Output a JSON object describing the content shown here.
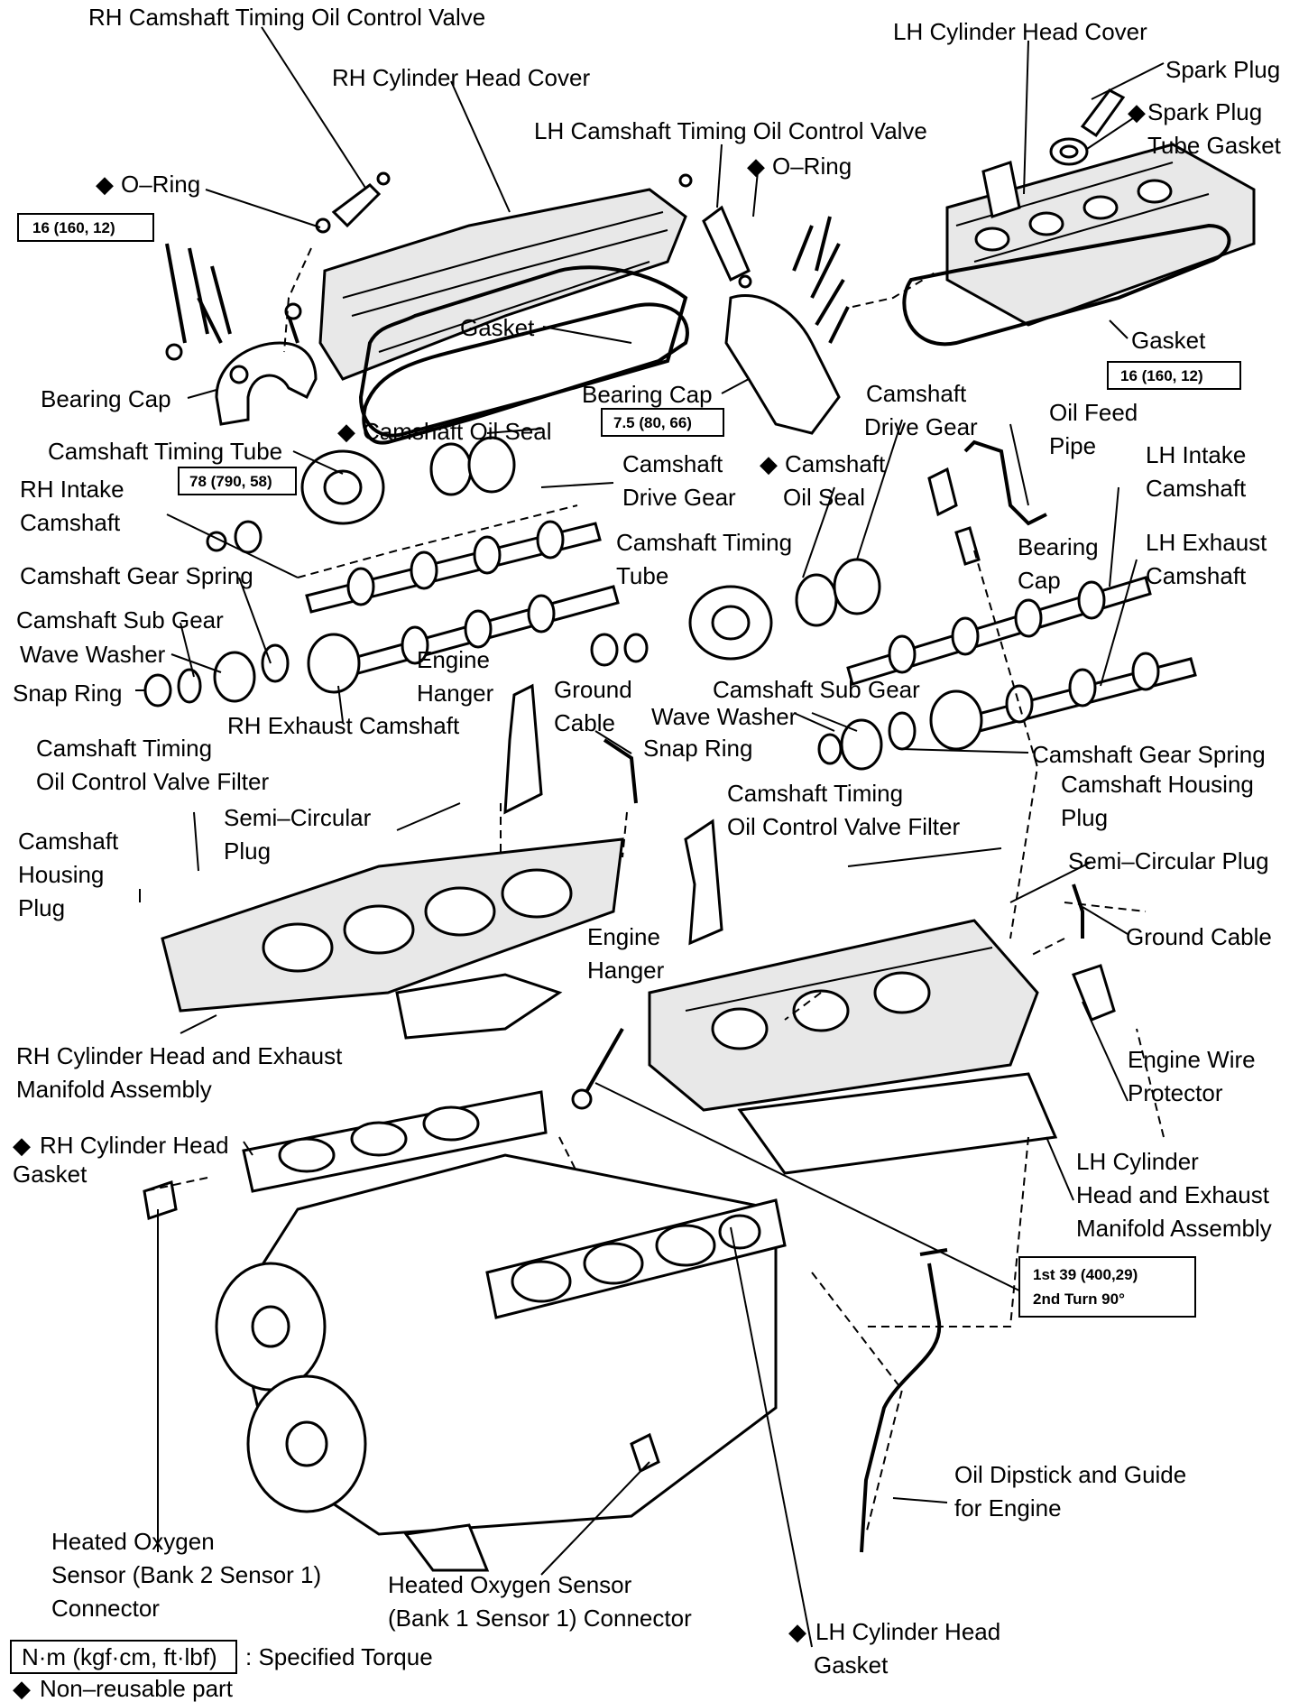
{
  "labels": {
    "rh_ocv": "RH Camshaft Timing Oil Control Valve",
    "rh_head_cover": "RH Cylinder Head Cover",
    "lh_ocv": "LH Camshaft Timing Oil Control Valve",
    "lh_head_cover": "LH Cylinder Head Cover",
    "spark_plug": "Spark Plug",
    "spark_plug_gasket_1": "Spark Plug",
    "spark_plug_gasket_2": "Tube Gasket",
    "oring_rh": "O–Ring",
    "oring_lh": "O–Ring",
    "gasket_rh": "Gasket",
    "gasket_lh": "Gasket",
    "bearing_cap_rh": "Bearing Cap",
    "bearing_cap_mid": "Bearing Cap",
    "bearing_cap_lh_1": "Bearing",
    "bearing_cap_lh_2": "Cap",
    "cam_oil_seal_rh": "Camshaft Oil Seal",
    "cam_oil_seal_lh_1": "Camshaft",
    "cam_oil_seal_lh_2": "Oil Seal",
    "cam_drive_gear_rh_1": "Camshaft",
    "cam_drive_gear_rh_2": "Drive Gear",
    "cam_drive_gear_lh_1": "Camshaft",
    "cam_drive_gear_lh_2": "Drive Gear",
    "cam_timing_tube_rh": "Camshaft Timing Tube",
    "cam_timing_tube_lh_1": "Camshaft Timing",
    "cam_timing_tube_lh_2": "Tube",
    "rh_intake_cam_1": "RH Intake",
    "rh_intake_cam_2": "Camshaft",
    "oil_feed_pipe_1": "Oil Feed",
    "oil_feed_pipe_2": "Pipe",
    "lh_intake_cam_1": "LH Intake",
    "lh_intake_cam_2": "Camshaft",
    "lh_exhaust_cam_1": "LH Exhaust",
    "lh_exhaust_cam_2": "Camshaft",
    "cam_gear_spring_rh": "Camshaft Gear Spring",
    "cam_gear_spring_lh": "Camshaft Gear Spring",
    "cam_sub_gear_rh": "Camshaft Sub Gear",
    "cam_sub_gear_lh": "Camshaft Sub Gear",
    "wave_washer_rh": "Wave Washer",
    "wave_washer_lh": "Wave Washer",
    "snap_ring_rh": "Snap Ring",
    "snap_ring_lh": "Snap Ring",
    "rh_exhaust_cam": "RH Exhaust Camshaft",
    "engine_hanger_rh_1": "Engine",
    "engine_hanger_rh_2": "Hanger",
    "engine_hanger_lh_1": "Engine",
    "engine_hanger_lh_2": "Hanger",
    "ground_cable_mid_1": "Ground",
    "ground_cable_mid_2": "Cable",
    "ground_cable_rt": "Ground Cable",
    "ocv_filter_rh_1": "Camshaft Timing",
    "ocv_filter_rh_2": "Oil Control Valve Filter",
    "ocv_filter_lh_1": "Camshaft Timing",
    "ocv_filter_lh_2": "Oil Control Valve Filter",
    "semi_plug_rh_1": "Semi–Circular",
    "semi_plug_rh_2": "Plug",
    "semi_plug_lh": "Semi–Circular Plug",
    "housing_plug_rh_1": "Camshaft",
    "housing_plug_rh_2": "Housing",
    "housing_plug_rh_3": "Plug",
    "housing_plug_lh_1": "Camshaft Housing",
    "housing_plug_lh_2": "Plug",
    "rh_head_manifold_1": "RH Cylinder Head and Exhaust",
    "rh_head_manifold_2": "Manifold Assembly",
    "engine_wire_protector_1": "Engine Wire",
    "engine_wire_protector_2": "Protector",
    "rh_head_gasket_1": "RH Cylinder Head",
    "rh_head_gasket_2": "Gasket",
    "lh_head_manifold_1": "LH Cylinder",
    "lh_head_manifold_2": "Head and Exhaust",
    "lh_head_manifold_3": "Manifold Assembly",
    "oil_dipstick_1": "Oil Dipstick and Guide",
    "oil_dipstick_2": "for Engine",
    "ho2s_b2_1": "Heated Oxygen",
    "ho2s_b2_2": "Sensor (Bank 2 Sensor 1)",
    "ho2s_b2_3": "Connector",
    "ho2s_b1_1": "Heated Oxygen Sensor",
    "ho2s_b1_2": "(Bank 1 Sensor 1) Connector",
    "lh_head_gasket_1": "LH Cylinder Head",
    "lh_head_gasket_2": "Gasket"
  },
  "torque": {
    "rh_cover": "16 (160, 12)",
    "lh_cover": "16 (160, 12)",
    "cap_bolt": "7.5 (80, 66)",
    "tube_bolt": "78 (790, 58)",
    "head_bolt_1": "1st 39 (400,29)",
    "head_bolt_2": "2nd Turn 90°"
  },
  "legend": {
    "unit_box": "N·m (kgf·cm, ft·lbf)",
    "unit_desc": ": Specified Torque",
    "nonreusable": "Non–reusable part"
  },
  "symbols": {
    "non_reusable": "◆"
  }
}
